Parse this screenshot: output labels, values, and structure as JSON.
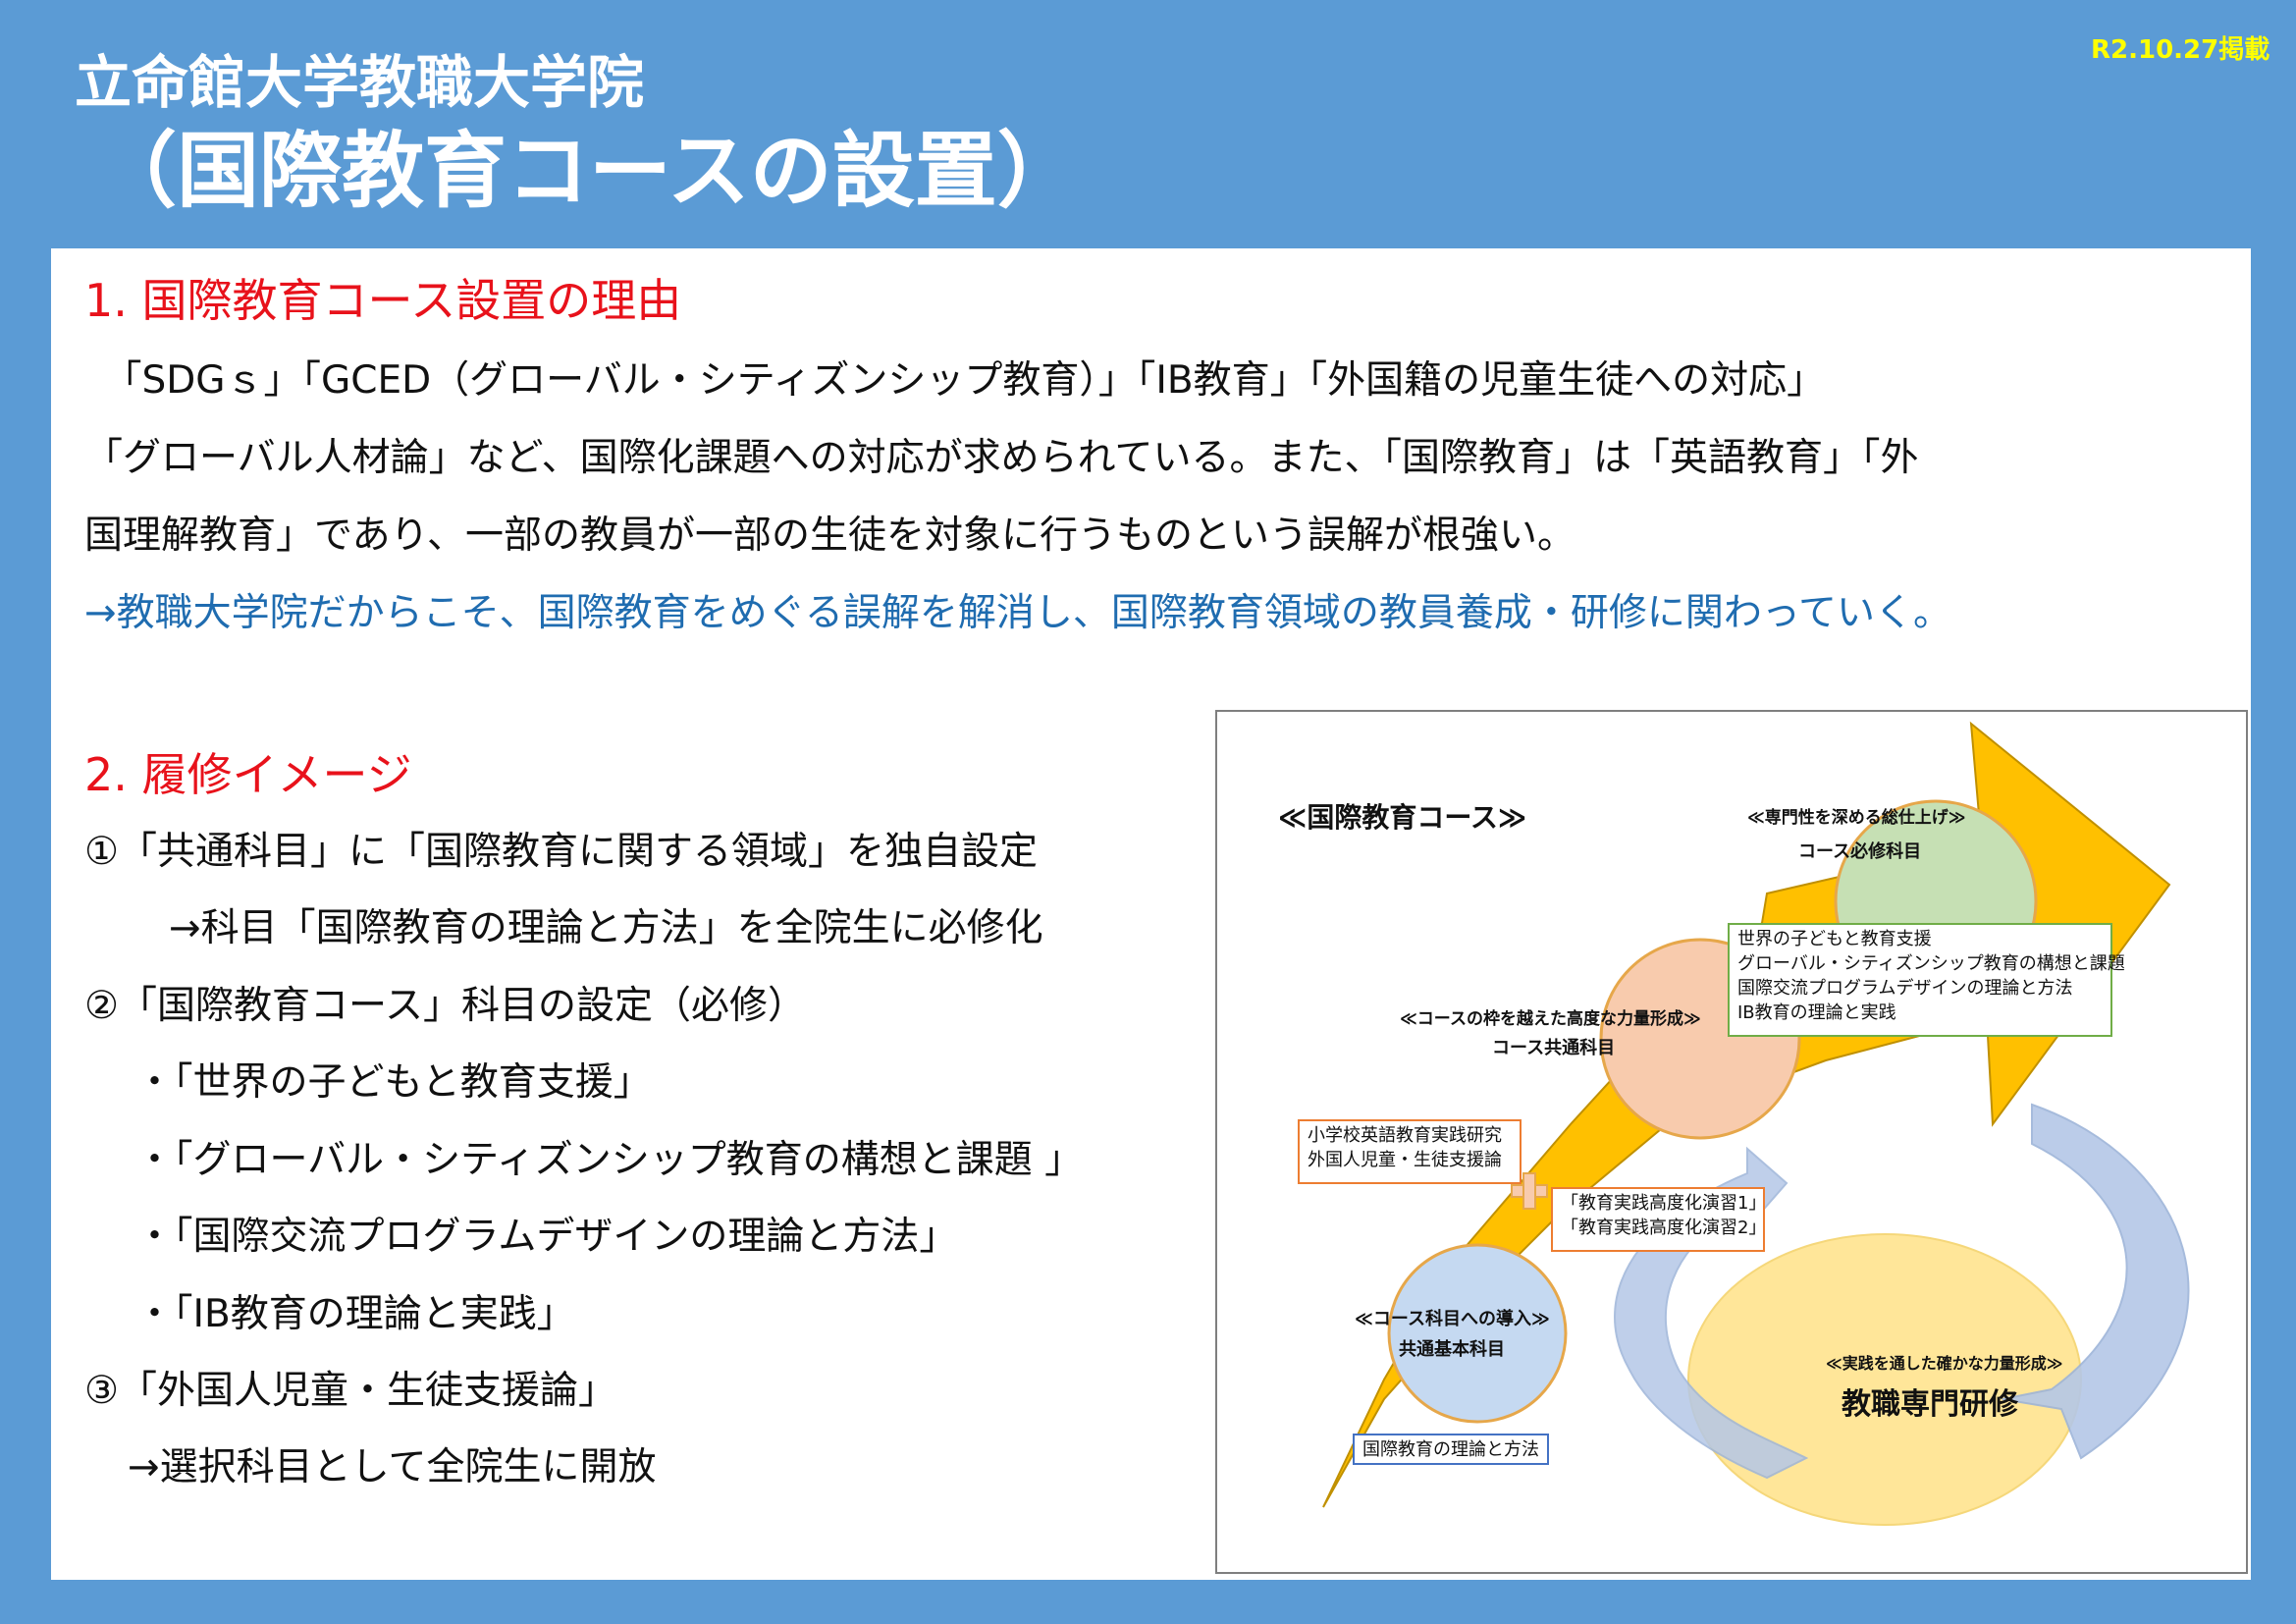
{
  "header": {
    "date": "R2.10.27掲載",
    "title_line1": "立命館大学教職大学院",
    "title_line2": "（国際教育コースの設置）"
  },
  "section1": {
    "heading": "1.  国際教育コース設置の理由",
    "lines": [
      "　「SDGｓ」「GCED（グローバル・シティズンシップ教育）」「IB教育」「外国籍の児童生徒への対応」",
      "「グローバル人材論」など、国際化課題への対応が求められている。また、「国際教育」は「英語教育」「外",
      "国理解教育」であり、一部の教員が一部の生徒を対象に行うものという誤解が根強い。"
    ],
    "conclusion": "→教職大学院だからこそ、国際教育をめぐる誤解を解消し、国際教育領域の教員養成・研修に関わっていく。"
  },
  "section2": {
    "heading": "2.  履修イメージ",
    "items": [
      "①「共通科目」に「国際教育に関する領域」を独自設定",
      "→科目「国際教育の理論と方法」を全院生に必修化",
      "②「国際教育コース」科目の設定（必修）",
      "・「世界の子どもと教育支援」",
      "・「グローバル・シティズンシップ教育の構想と課題 」",
      "・「国際交流プログラムデザインの理論と方法」",
      "・「IB教育の理論と実践」",
      "③「外国人児童・生徒支援論」",
      "→選択科目として全院生に開放"
    ]
  },
  "diagram": {
    "course_title": "≪国際教育コース≫",
    "blue_circle": {
      "tag": "≪コース科目への導入≫",
      "label": "共通基本科目",
      "box": "国際教育の理論と方法"
    },
    "orange_circle": {
      "tag": "≪コースの枠を越えた高度な力量形成≫",
      "label": "コース共通科目",
      "box_lines": [
        "小学校英語教育実践研究",
        "外国人児童・生徒支援論"
      ],
      "practice_lines": [
        "「教育実践高度化演習1」",
        "「教育実践高度化演習2」"
      ]
    },
    "green_circle": {
      "tag": "≪専門性を深める総仕上げ≫",
      "label": "コース必修科目",
      "box_lines": [
        "世界の子どもと教育支援",
        "グローバル・シティズンシップ教育の構想と課題",
        "国際交流プログラムデザインの理論と方法",
        "IB教育の理論と実践"
      ]
    },
    "yellow_oval": {
      "tag": "≪実践を通した確かな力量形成≫",
      "label": "教職専門研修"
    },
    "colors": {
      "arrow": "#ffc000",
      "blue_circle": "#c5d9f1",
      "orange_circle": "#f8cbad",
      "green_circle": "#c6e0b4",
      "yellow_oval": "#ffe699",
      "blue_arrow": "#b4c7e7"
    }
  }
}
